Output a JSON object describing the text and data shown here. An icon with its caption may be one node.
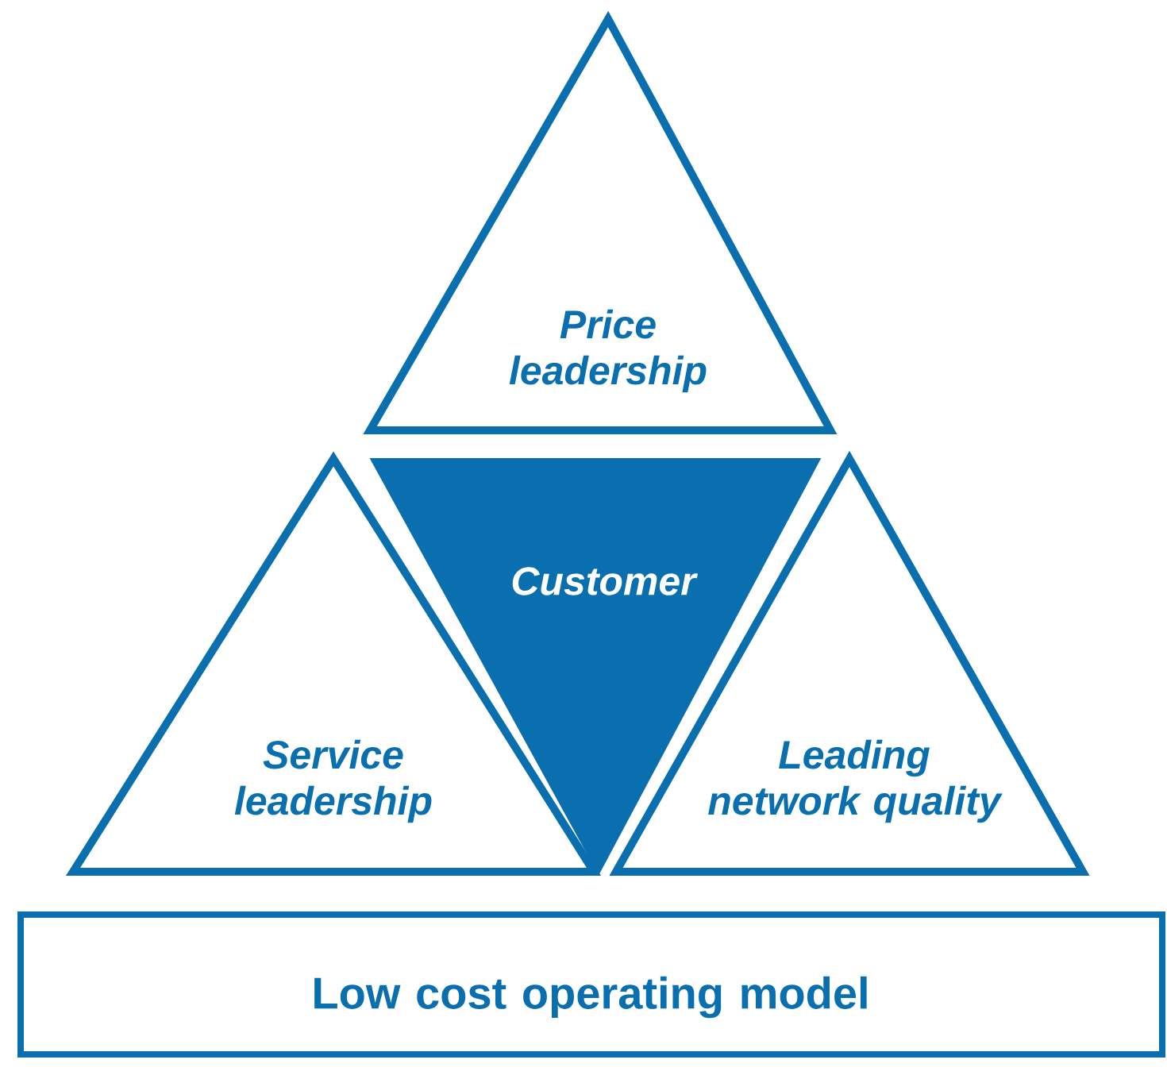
{
  "diagram": {
    "nodes": [
      {
        "text": [
          "Price leadership"
        ]
      },
      {
        "text": [
          "Customer"
        ]
      },
      {
        "text": [
          "Service leadership"
        ]
      },
      {
        "text": [
          "Leading network quality"
        ]
      },
      {
        "text": [
          "Low cost operating model"
        ]
      }
    ]
  }
}
